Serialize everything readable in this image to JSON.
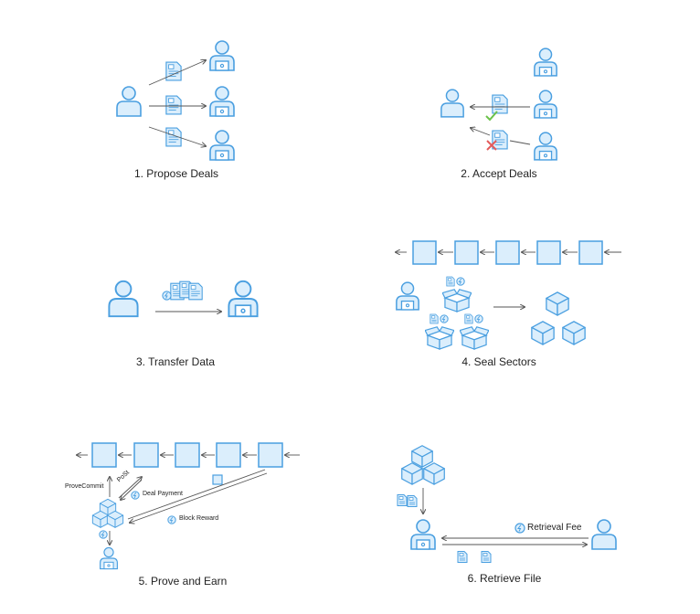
{
  "panels": {
    "propose": {
      "caption": "1. Propose Deals"
    },
    "accept": {
      "caption": "2. Accept Deals"
    },
    "transfer": {
      "caption": "3. Transfer Data"
    },
    "seal": {
      "caption": "4. Seal Sectors"
    },
    "prove": {
      "caption": "5. Prove and Earn",
      "prove_commit": "ProveCommit",
      "post": "PoSt",
      "deal_payment": "Deal Payment",
      "block_reward": "Block Reward"
    },
    "retrieve": {
      "caption": "6. Retrieve File",
      "retrieval_fee": "Retrieval Fee"
    }
  },
  "colors": {
    "stroke": "#4a9fe0",
    "fill": "#dbeefc",
    "accept": "#6cc24a",
    "reject": "#e35b5b",
    "arrow": "#555555",
    "text": "#222222"
  },
  "icons": [
    "client-icon",
    "miner-icon",
    "file-icon",
    "sector-box-icon",
    "chain-block-icon",
    "token-icon",
    "check-icon",
    "cross-icon"
  ]
}
